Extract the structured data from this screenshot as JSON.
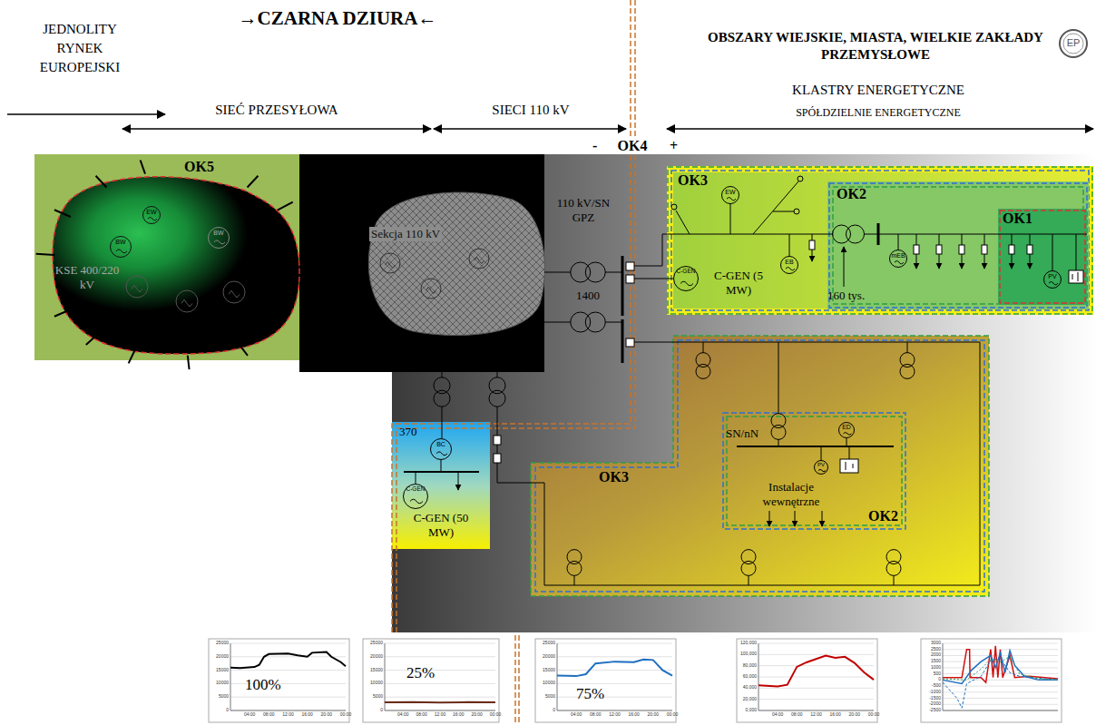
{
  "diagram": {
    "title": "→CZARNA DZIURA←",
    "nodes": [
      {
        "text": [
          "OK5",
          "KSE 400/220 kV"
        ]
      },
      {
        "text": [
          "EW"
        ],
        "in": 0
      },
      {
        "text": [
          "BW"
        ],
        "in": 0
      },
      {
        "text": [
          "BW"
        ],
        "in": 0
      },
      {
        "text": [
          "Sekcja 110 kV"
        ]
      },
      {
        "text": [
          "OK3"
        ]
      },
      {
        "text": [
          "EW"
        ],
        "in": 5
      },
      {
        "text": [
          "EB"
        ],
        "in": 5
      },
      {
        "text": [
          "C-GEN"
        ],
        "in": 5
      },
      {
        "text": [
          "OK2"
        ],
        "in": 5
      },
      {
        "text": [
          "mEB"
        ],
        "in": 9
      },
      {
        "text": [
          "OK1"
        ],
        "in": 9
      },
      {
        "text": [
          "PV"
        ],
        "in": 11
      },
      {
        "text": [
          "C-GEN (50 MW)"
        ]
      },
      {
        "text": [
          "BC"
        ],
        "in": 13
      },
      {
        "text": [
          "C-GEN"
        ],
        "in": 13
      },
      {
        "text": [
          "OK3"
        ]
      },
      {
        "text": [
          "Instalacje wewnętrzne",
          "OK2"
        ],
        "in": 16
      },
      {
        "text": [
          "ED"
        ],
        "in": 17
      },
      {
        "text": [
          "PV"
        ],
        "in": 17
      }
    ],
    "labels": [
      "JEDNOLITY RYNEK EUROPEJSKI",
      "SIEĆ PRZESYŁOWA",
      "SIECI 110 kV",
      "OBSZARY WIEJSKIE, MIASTA, WIELKIE ZAKŁADY PRZEMYSŁOWE",
      "KLASTRY ENERGETYCZNE",
      "SPÓŁDZIELNIE ENERGETYCZNE",
      "-",
      "OK4",
      "+",
      "110 kV/SN GPZ",
      "1400",
      "160 tys.",
      "370",
      "SN/nN",
      "C-GEN (5 MW)",
      "EP",
      "100%",
      "25%",
      "75%",
      "25000",
      "20000",
      "15000",
      "10000",
      "5000",
      "0",
      "04:00",
      "08:00",
      "12:00",
      "16:00",
      "20:00",
      "00:00",
      "25000",
      "20000",
      "15000",
      "10000",
      "5000",
      "0",
      "04:00",
      "08:00",
      "12:00",
      "16:00",
      "20:00",
      "00:00",
      "25000",
      "20000",
      "15000",
      "10000",
      "5000",
      "0",
      "04:00",
      "08:00",
      "12:00",
      "16:00",
      "20:00",
      "00:00",
      "120,000",
      "100,000",
      "80,000",
      "60,000",
      "40,000",
      "20,000",
      "0,000",
      "04:00",
      "08:00",
      "12:00",
      "16:00",
      "20:00",
      "00:00",
      "3000",
      "2500",
      "2000",
      "1500",
      "1000",
      "500",
      "0",
      "-500",
      "-1000",
      "-1500",
      "-2000",
      "-2500"
    ]
  }
}
